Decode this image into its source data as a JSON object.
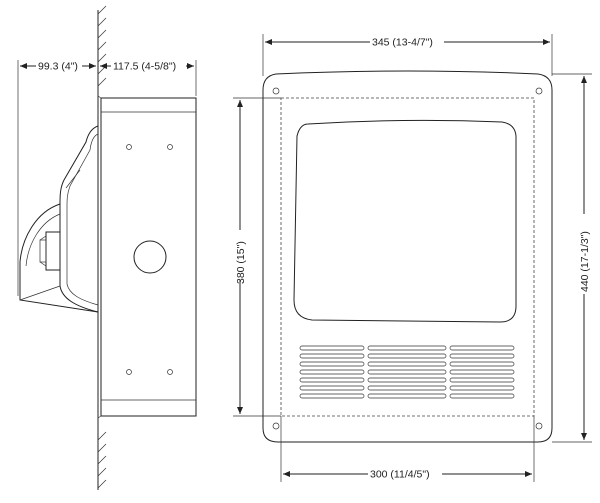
{
  "dimensions": {
    "side_left_width": "99.3 (4\")",
    "side_right_width": "117.5 (4-5/8\")",
    "front_overall_width": "345 (13-4/7\")",
    "front_inner_height": "380 (15\")",
    "front_overall_height": "440 (17-1/3\")",
    "front_inner_width": "300 (11/4/5\")"
  },
  "colors": {
    "line": "#222222",
    "dash": "#444444",
    "background": "#ffffff"
  }
}
